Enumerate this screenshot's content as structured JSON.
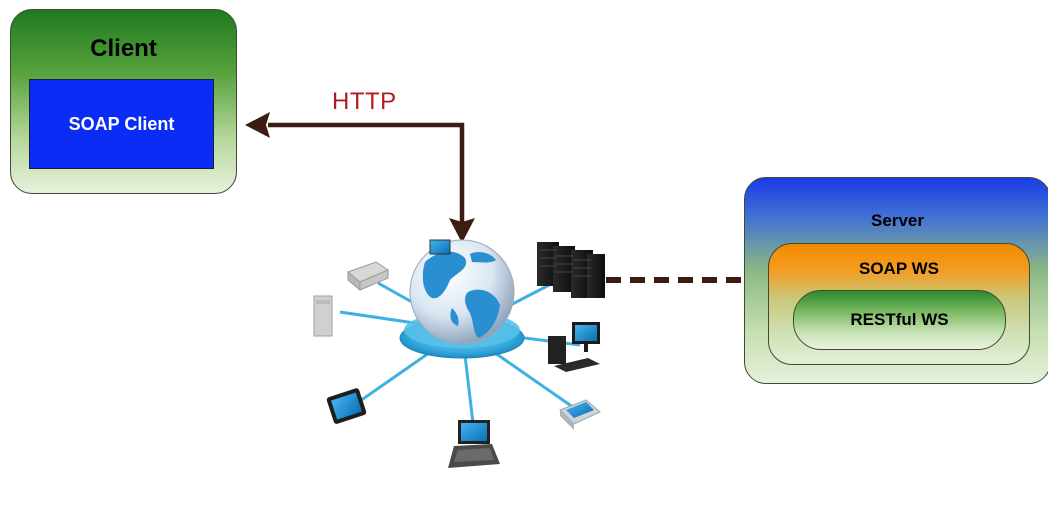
{
  "client": {
    "title": "Client",
    "inner_label": "SOAP Client"
  },
  "connection": {
    "protocol_label": "HTTP"
  },
  "network": {
    "icon": "network-globe-icon"
  },
  "server": {
    "title": "Server",
    "soap_ws_label": "SOAP WS",
    "restful_ws_label": "RESTful WS"
  },
  "colors": {
    "client_inner": "#0a2cf5",
    "http_label": "#b01c1c",
    "arrow": "#3b1d12",
    "server_top": "#1a3be6",
    "soap_ws_top": "#f38a00",
    "restful_top": "#2d8a2d"
  }
}
